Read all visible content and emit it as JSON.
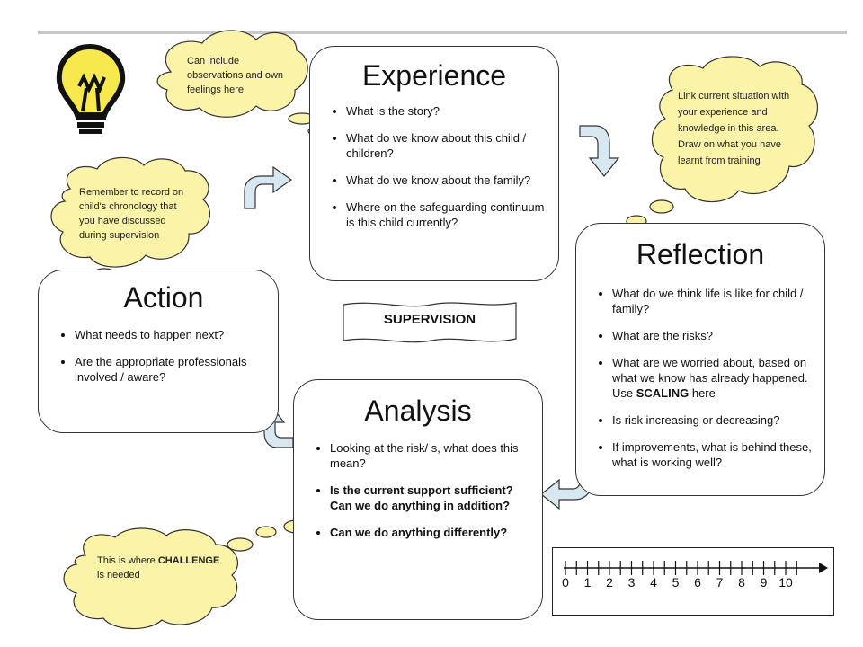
{
  "experience": {
    "title": "Experience",
    "items": [
      "What is the story?",
      "What do we know about this child / children?",
      "What do we know about the family?",
      "Where on the safeguarding continuum is this child currently?"
    ]
  },
  "reflection": {
    "title": "Reflection",
    "items": [
      "What do we think life is like for child / family?",
      "What are the risks?",
      "What are we worried about, based on what we know has already happened.  Use ",
      "Is risk increasing or decreasing?",
      "If improvements, what is behind these, what is working well?"
    ],
    "scaling_word": "SCALING",
    "scaling_suffix": " here"
  },
  "analysis": {
    "title": "Analysis",
    "items": [
      "Looking at the risk/ s, what does this mean?",
      "Is the current support sufficient? Can we do anything in addition?",
      "Can we do anything differently?"
    ]
  },
  "action": {
    "title": "Action",
    "items": [
      "What needs to happen next?",
      "Are the appropriate professionals involved / aware?"
    ]
  },
  "center_label": "SUPERVISION",
  "clouds": {
    "observations": "Can include observations and own feelings here",
    "link": "Link current situation with your experience and knowledge in this area. Draw on what you have learnt from training",
    "chronology": "Remember to record on child's chronology that you have discussed during supervision",
    "challenge_prefix": "This is where ",
    "challenge_word": "CHALLENGE",
    "challenge_suffix": " is needed"
  },
  "scale": {
    "labels": [
      "0",
      "1",
      "2",
      "3",
      "4",
      "5",
      "6",
      "7",
      "8",
      "9",
      "10"
    ]
  },
  "colors": {
    "cloud_fill": "#fbf3a8",
    "arrow_fill": "#d8e8f0",
    "bulb_yellow": "#f7e84e"
  }
}
